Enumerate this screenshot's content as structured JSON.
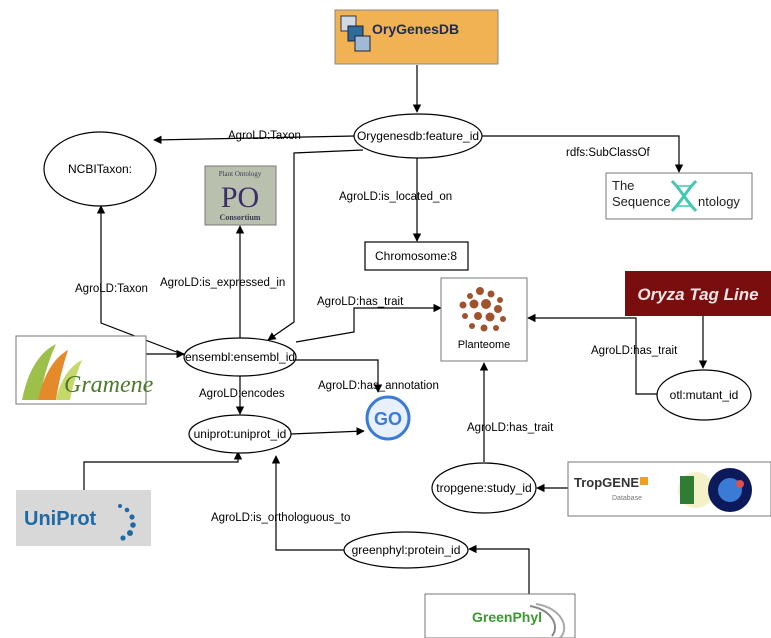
{
  "colors": {
    "orygenes_bg": "#f0b252",
    "oryza_bg": "#7a0d0d",
    "gramene_green": "#9cc04a",
    "gramene_orange": "#e58a2a",
    "uniprot_bg": "#d8d8d8",
    "uniprot_blue": "#1f6aa5",
    "go_blue": "#3a7bd5",
    "po_bg": "#b9c0ad",
    "planteome_brown": "#a0522d"
  },
  "logos": {
    "orygenesdb": "OryGenesDB",
    "sequence_ontology_line1": "The",
    "sequence_ontology_line2": "Sequence",
    "sequence_ontology_line3": "ntology",
    "plant_ontology_top": "Plant Ontology",
    "plant_ontology_mid": "PO",
    "plant_ontology_bottom": "Consortium",
    "oryza_tag_line": "Oryza Tag Line",
    "gramene": "Gramene",
    "uniprot": "UniProt",
    "tropgene": "TropGENE",
    "tropgene_sub": "Database",
    "greenphyl": "GreenPhyl",
    "planteome": "Planteome"
  },
  "nodes": {
    "ncbi_taxon": "NCBITaxon:",
    "feature_id": "Orygenesdb:feature_id",
    "chromosome": "Chromosome:8",
    "ensembl_id": "ensembl:ensembl_id",
    "uniprot_id": "uniprot:uniprot_id",
    "otl_mutant": "otl:mutant_id",
    "tropgene_study": "tropgene:study_id",
    "greenphyl_protein": "greenphyl:protein_id"
  },
  "edges": {
    "taxon_top": "AgroLD:Taxon",
    "subclass": "rdfs:SubClassOf",
    "located_on": "AgroLD:is_located_on",
    "taxon_left": "AgroLD:Taxon",
    "expressed_in": "AgroLD:is_expressed_in",
    "has_trait_ensembl": "AgroLD:has_trait",
    "has_trait_otl": "AgroLD:has_trait",
    "encodes": "AgroLD:encodes",
    "has_annotation": "AgroLD:has_annotation",
    "has_trait_tropgene": "AgroLD:has_trait",
    "orthologous": "AgroLD:is_orthologuous_to"
  }
}
